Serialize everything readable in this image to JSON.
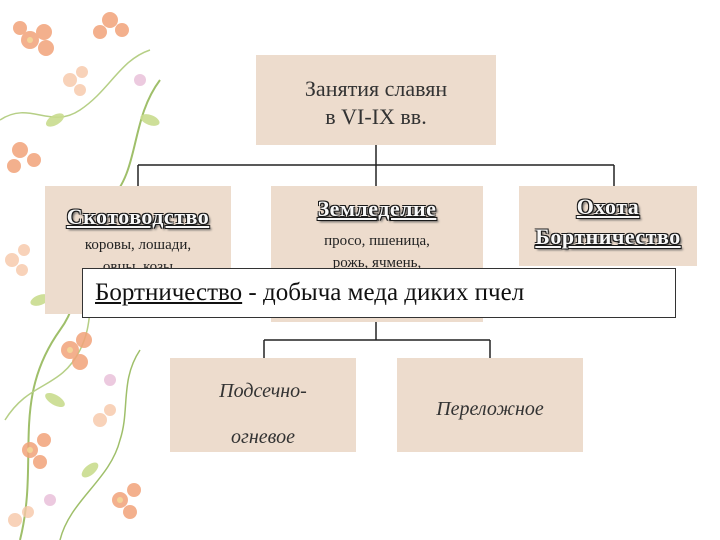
{
  "root": {
    "line1": "Занятия славян",
    "line2": "в VI-IX вв."
  },
  "branches": [
    {
      "title": "Скотоводство",
      "lines": [
        "коровы, лошади,",
        "овцы, козы"
      ]
    },
    {
      "title": "Земледелие",
      "lines": [
        "просо, пшеница,",
        "рожь, ячмень,"
      ]
    },
    {
      "title_lines": [
        "Охота",
        "Бортничество"
      ]
    }
  ],
  "farming_types": [
    {
      "lines": [
        "Подсечно-",
        "огневое"
      ]
    },
    {
      "lines": [
        "Переложное"
      ]
    }
  ],
  "definition": {
    "term": "Бортничество",
    "rest": " - добыча меда диких пчел"
  },
  "colors": {
    "box": "#eddccd",
    "line": "#222222",
    "background": "#ffffff"
  }
}
